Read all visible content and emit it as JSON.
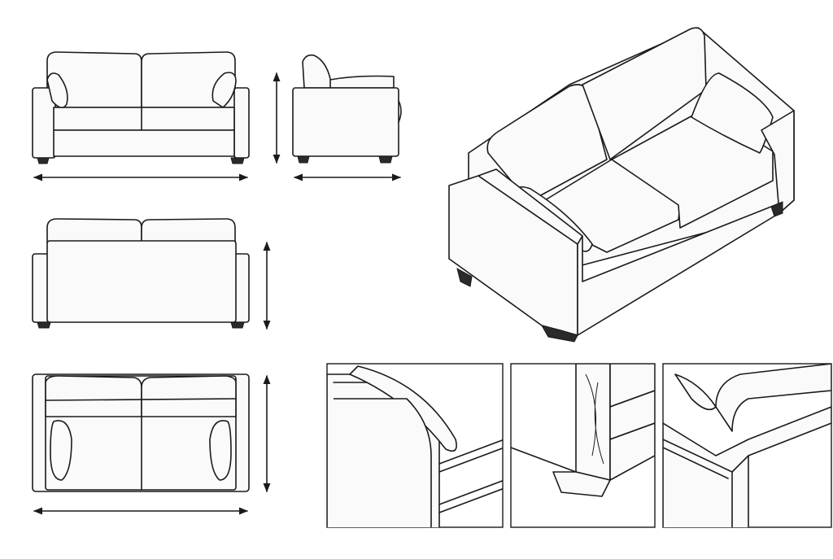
{
  "colors": {
    "line": "#1a1a1a",
    "background": "#ffffff",
    "fill": "#fafafa"
  },
  "views": [
    "front",
    "side",
    "back",
    "top",
    "isometric",
    "detail-arm",
    "detail-leg",
    "detail-back"
  ]
}
